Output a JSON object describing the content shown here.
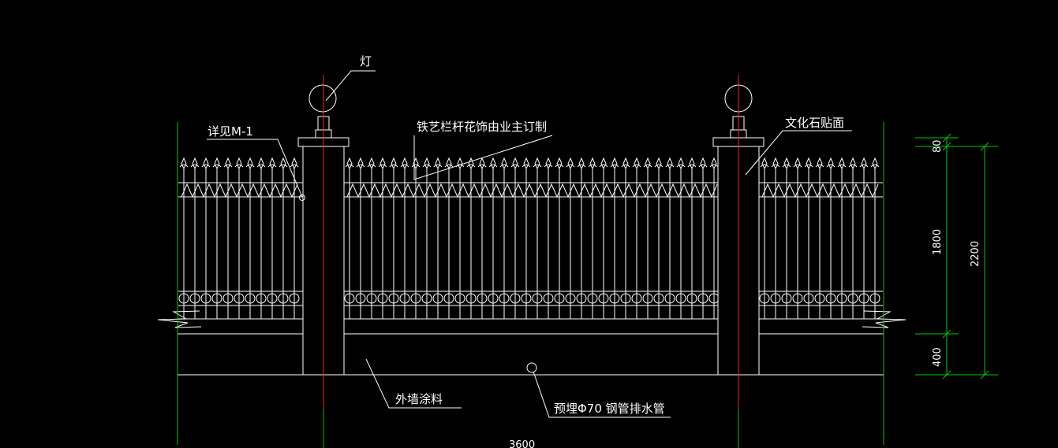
{
  "labels": {
    "lamp": "灯",
    "detail": "详见M-1",
    "railing_note": "铁艺栏杆花饰由业主订制",
    "stone_facing": "文化石贴面",
    "wall_paint": "外墙涂料",
    "drain_pipe": "预埋Φ70 钢管排水管"
  },
  "dimensions": {
    "top_cap": "80",
    "fence_height": "1800",
    "total_height": "2200",
    "base_height": "400",
    "span": "3600"
  },
  "colors": {
    "background": "#000000",
    "linework": "#ffffff",
    "dimension_lines": "#00cc00",
    "centerline": "#ff2020"
  }
}
